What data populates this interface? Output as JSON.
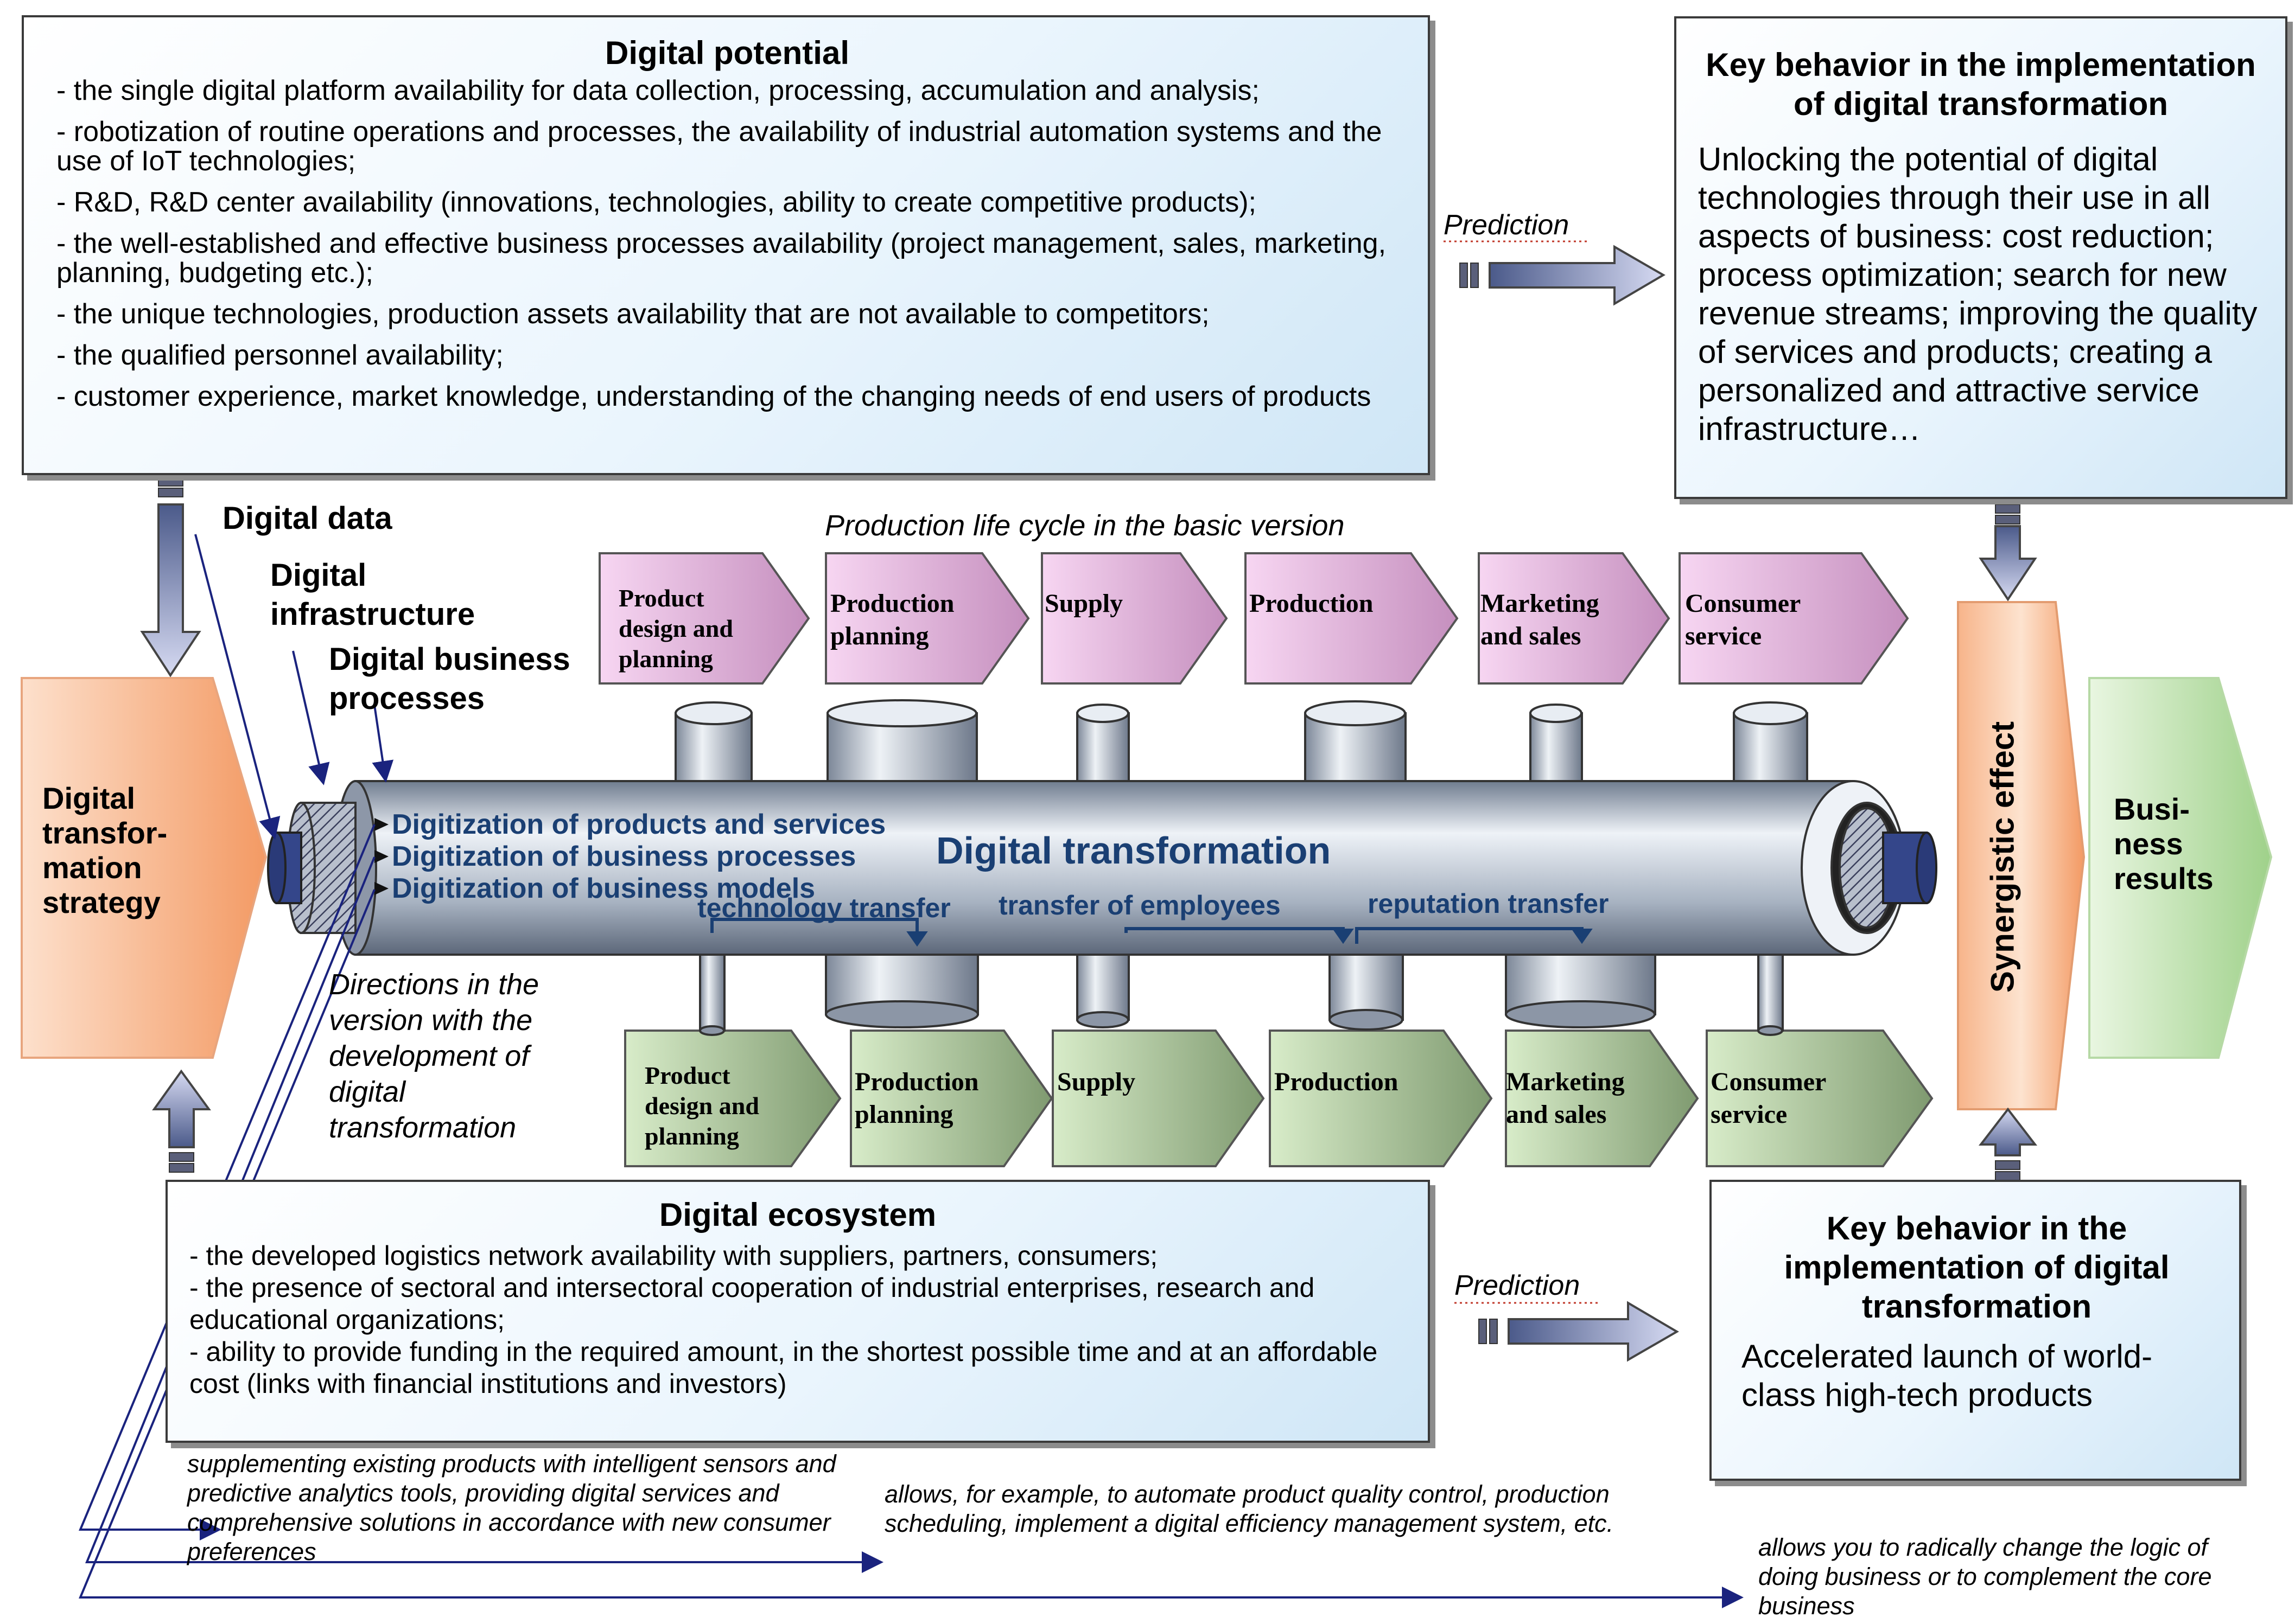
{
  "potential": {
    "title": "Digital potential",
    "items": [
      "- the single digital platform availability for data collection, processing, accumulation and analysis;",
      "- robotization of routine operations and processes, the availability of industrial automation systems and the use of IoT technologies;",
      "- R&D, R&D center availability (innovations, technologies, ability to create competitive products);",
      "- the well-established and effective business processes availability (project management, sales, marketing, planning, budgeting etc.);",
      "- the unique technologies, production assets availability that are not available to competitors;",
      "- the qualified personnel availability;",
      "- customer experience, market knowledge, understanding of the changing needs of end users of products"
    ]
  },
  "key_top": {
    "title": "Key behavior in the implementation of digital transformation",
    "text": "Unlocking the potential of digital technologies through their use in all aspects of business: cost reduction; process optimization; search for new revenue streams; improving the quality of services and products; creating a personalized and attractive service infrastructure…"
  },
  "prediction_top": "Prediction",
  "prediction_bottom": "Prediction",
  "labels": {
    "digital_data": "Digital data",
    "digital_infrastructure": "Digital infrastructure",
    "digital_business_processes": "Digital business processes",
    "lifecycle_basic": "Production life cycle in the basic version",
    "directions": "Directions in the version with the development of digital transformation"
  },
  "strategy": "Digital transfor-mation strategy",
  "synergistic": "Synergistic effect",
  "business_results": "Busi-ness results",
  "top_chevrons": [
    "Product design and planning",
    "Production planning",
    "Supply",
    "Production",
    "Marketing and sales",
    "Consumer service"
  ],
  "bottom_chevrons": [
    "Product design and planning",
    "Production planning",
    "Supply",
    "Production",
    "Marketing and sales",
    "Consumer service"
  ],
  "pipe": {
    "title": "Digital transformation",
    "items": [
      "Digitization of products and services",
      "Digitization of business processes",
      "Digitization of business models"
    ],
    "transfers": [
      "technology transfer",
      "transfer of employees",
      "reputation transfer"
    ]
  },
  "ecosystem": {
    "title": "Digital ecosystem",
    "items": [
      "- the developed logistics network availability with suppliers, partners, consumers;",
      "- the presence of sectoral and intersectoral cooperation of industrial enterprises, research and educational organizations;",
      "- ability to provide funding in the required amount, in the shortest possible time and at an affordable cost (links with financial institutions and investors)"
    ]
  },
  "key_bottom": {
    "title": "Key behavior in the implementation of digital transformation",
    "text": "Accelerated launch of world-class high-tech products"
  },
  "notes": {
    "supplementing": "supplementing existing products with intelligent sensors and predictive analytics tools, providing digital services and comprehensive solutions in accordance with new consumer preferences",
    "automate": "allows, for example, to automate product quality control, production scheduling, implement a digital efficiency management system, etc.",
    "radically": "allows you to radically change the logic of doing business or to complement the core business"
  },
  "colors": {
    "pink_chevron": "#e9b4e0",
    "green_chevron": "#a8c79a",
    "orange": "#f7b48a",
    "green_result": "#c6e6b9",
    "pipe": "#9aa5b5",
    "navy": "#1a3f73"
  }
}
